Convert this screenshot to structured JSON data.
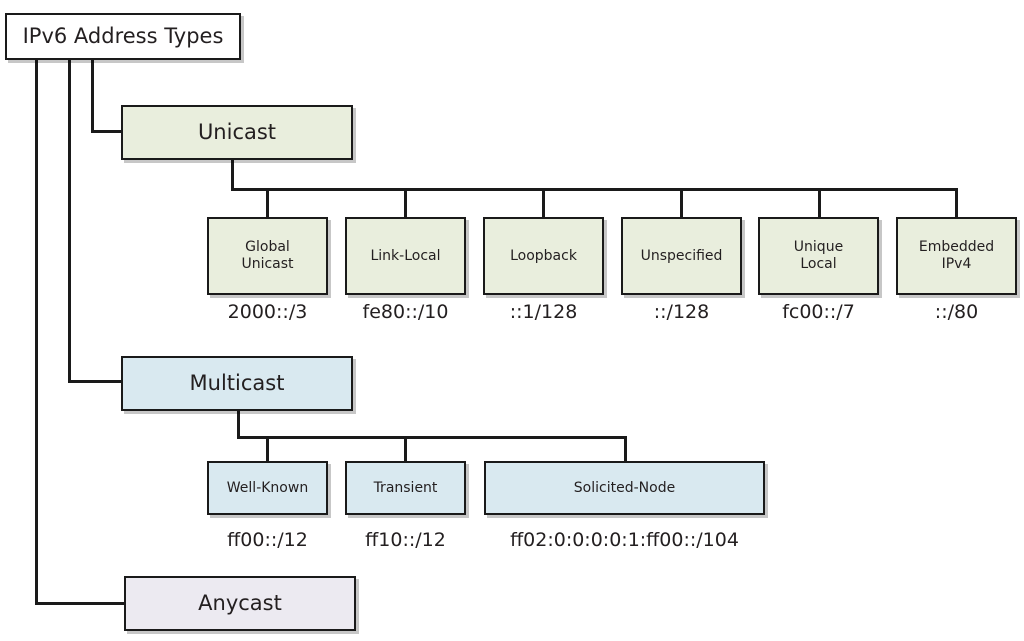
{
  "diagram": {
    "title": "IPv6 Address Types",
    "root": {
      "label": "IPv6 Address Types"
    },
    "colors": {
      "unicast_fill": "#e9eedd",
      "multicast_fill": "#d9e9f0",
      "anycast_fill": "#eceaf1",
      "border": "#1a1a1a",
      "background": "#ffffff",
      "text": "#231f20"
    },
    "branches": [
      {
        "label": "Unicast",
        "fill": "#e9eedd",
        "children": [
          {
            "label_line1": "Global",
            "label_line2": "Unicast",
            "prefix": "2000::/3"
          },
          {
            "label_line1": "Link-Local",
            "label_line2": "",
            "prefix": "fe80::/10"
          },
          {
            "label_line1": "Loopback",
            "label_line2": "",
            "prefix": "::1/128"
          },
          {
            "label_line1": "Unspecified",
            "label_line2": "",
            "prefix": "::/128"
          },
          {
            "label_line1": "Unique",
            "label_line2": "Local",
            "prefix": "fc00::/7"
          },
          {
            "label_line1": "Embedded",
            "label_line2": "IPv4",
            "prefix": "::/80"
          }
        ]
      },
      {
        "label": "Multicast",
        "fill": "#d9e9f0",
        "children": [
          {
            "label_line1": "Well-Known",
            "label_line2": "",
            "prefix": "ff00::/12"
          },
          {
            "label_line1": "Transient",
            "label_line2": "",
            "prefix": "ff10::/12"
          },
          {
            "label_line1": "Solicited-Node",
            "label_line2": "",
            "prefix": "ff02:0:0:0:0:1:ff00::/104"
          }
        ]
      },
      {
        "label": "Anycast",
        "fill": "#eceaf1",
        "children": []
      }
    ]
  }
}
